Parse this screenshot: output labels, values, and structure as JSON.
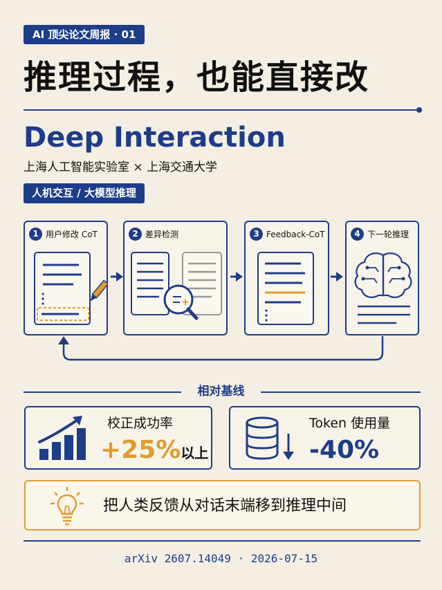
{
  "header": {
    "series_tag": "AI 顶尖论文周报 · 01",
    "title": "推理过程，也能直接改",
    "subtitle": "Deep Interaction",
    "affiliation": "上海人工智能实验室 × 上海交通大学",
    "topic_tag": "人机交互 / 大模型推理"
  },
  "flow": {
    "steps": [
      {
        "num": "1",
        "label": "用户修改 CoT",
        "icon": "edit-document-icon"
      },
      {
        "num": "2",
        "label": "差异检测",
        "icon": "diff-magnifier-icon"
      },
      {
        "num": "3",
        "label": "Feedback-CoT",
        "icon": "feedback-document-icon"
      },
      {
        "num": "4",
        "label": "下一轮推理",
        "icon": "brain-circuit-icon"
      }
    ]
  },
  "comparison": {
    "section_label": "相对基线",
    "metrics": [
      {
        "label": "校正成功率",
        "value": "+25%",
        "suffix": "以上",
        "icon": "bar-growth-icon",
        "color": "#e49a2c"
      },
      {
        "label": "Token 使用量",
        "value": "-40%",
        "suffix": "",
        "icon": "database-down-icon",
        "color": "#1d3c8a"
      }
    ]
  },
  "insight": {
    "text": "把人类反馈从对话末端移到推理中间",
    "icon": "lightbulb-icon"
  },
  "footer": {
    "text": "arXiv 2607.14049 · 2026-07-15"
  },
  "colors": {
    "navy": "#1d3c8a",
    "orange": "#e49a2c",
    "background": "#f4efe2"
  }
}
